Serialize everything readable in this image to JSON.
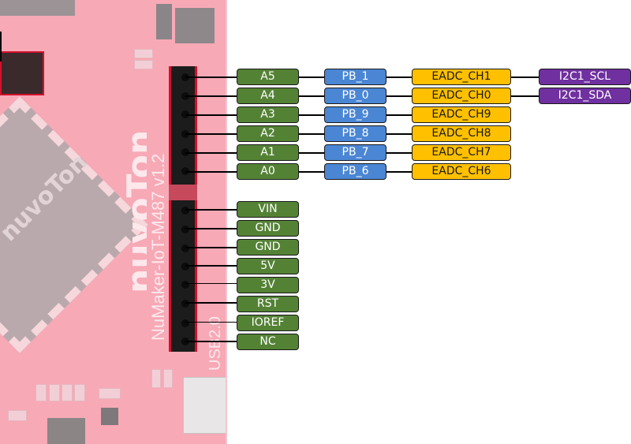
{
  "board": {
    "brand": "nuvoTon",
    "model": "NuMaker-IoT-M487  v1.2",
    "usb_label": "USB2.0",
    "chip_brand": "nuvoTon"
  },
  "colors": {
    "arduino_pin": "#548235",
    "gpio": "#4a86d4",
    "adc": "#ffc000",
    "i2c": "#7030a0"
  },
  "analog_header": [
    {
      "arduino": "A5",
      "gpio": "PB_1",
      "adc": "EADC_CH1",
      "alt": "I2C1_SCL"
    },
    {
      "arduino": "A4",
      "gpio": "PB_0",
      "adc": "EADC_CH0",
      "alt": "I2C1_SDA"
    },
    {
      "arduino": "A3",
      "gpio": "PB_9",
      "adc": "EADC_CH9"
    },
    {
      "arduino": "A2",
      "gpio": "PB_8",
      "adc": "EADC_CH8"
    },
    {
      "arduino": "A1",
      "gpio": "PB_7",
      "adc": "EADC_CH7"
    },
    {
      "arduino": "A0",
      "gpio": "PB_6",
      "adc": "EADC_CH6"
    }
  ],
  "power_header": [
    "VIN",
    "GND",
    "GND",
    "5V",
    "3V",
    "RST",
    "IOREF",
    "NC"
  ]
}
